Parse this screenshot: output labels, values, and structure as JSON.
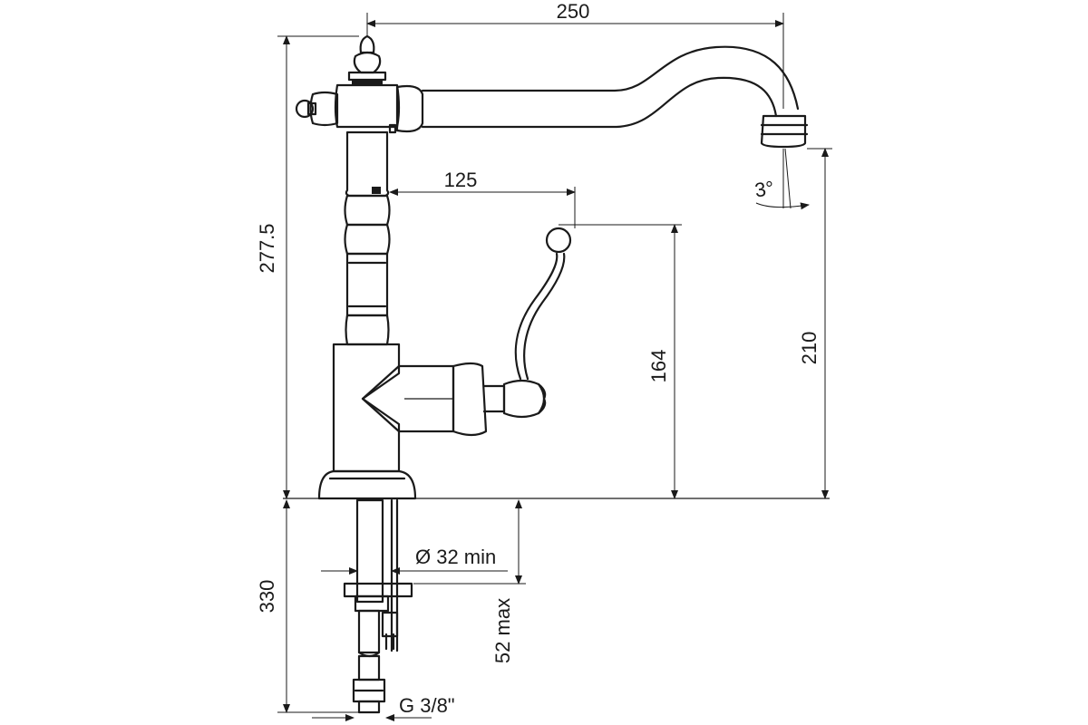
{
  "drawing": {
    "subject": "single-lever kitchen faucet with swivel spout",
    "dimensions": {
      "spout_reach": "250",
      "lever_offset": "125",
      "total_height": "277.5",
      "lever_height": "164",
      "spout_height": "210",
      "spout_angle": "3°",
      "hole_diameter": "Ø 32 min",
      "deck_thickness": "52 max",
      "hose_length": "330",
      "connection_thread": "G 3/8\""
    }
  }
}
